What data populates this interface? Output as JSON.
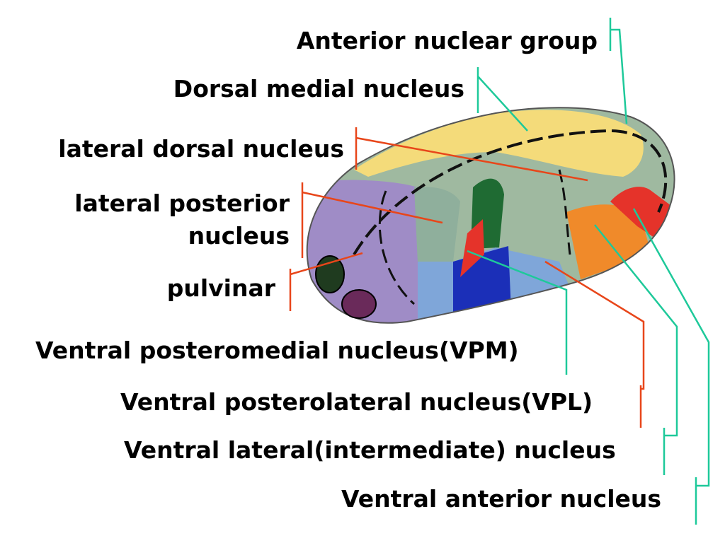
{
  "colors": {
    "red_leader": "#e8461a",
    "teal_leader": "#1ec99a",
    "anterior_yellow": "#f4db7a",
    "dorsal_medial_green": "#9fb9a0",
    "pulvinar_purple": "#9f8cc6",
    "vpm_blue": "#1b2fb8",
    "vpl_light_blue": "#7fa6d9",
    "vl_orange": "#f08a2a",
    "va_red": "#e5332a",
    "lateral_dorsal_dark_green": "#1f6b33"
  },
  "labels": {
    "anterior_nuclear_group": "Anterior nuclear group",
    "dorsal_medial_nucleus": "Dorsal medial nucleus",
    "lateral_dorsal_nucleus": "lateral dorsal nucleus",
    "lateral_posterior_line1": "lateral posterior",
    "lateral_posterior_line2": "nucleus",
    "pulvinar": "pulvinar",
    "vpm": "Ventral posteromedial nucleus(VPM)",
    "vpl": "Ventral posterolateral nucleus(VPL)",
    "ventral_lateral": "Ventral lateral(intermediate) nucleus",
    "ventral_anterior": "Ventral anterior nucleus"
  }
}
